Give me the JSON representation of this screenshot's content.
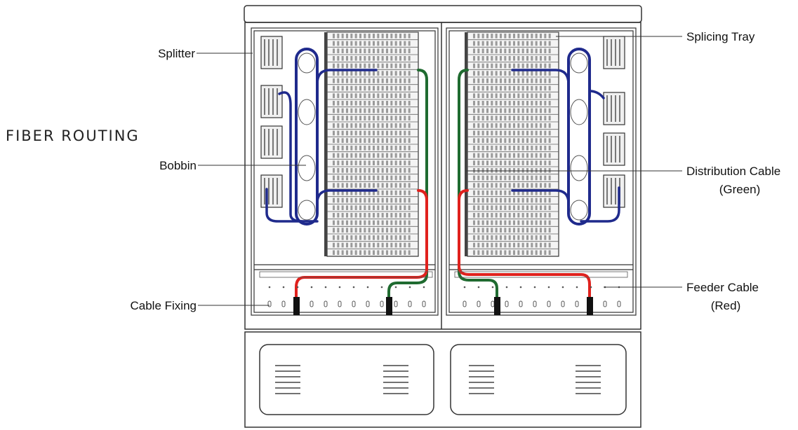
{
  "heading": "FIBER ROUTING",
  "labels": {
    "splitter": "Splitter",
    "bobbin": "Bobbin",
    "cable_fixing": "Cable Fixing",
    "splicing_tray": "Splicing Tray",
    "distribution_cable_line1": "Distribution Cable",
    "distribution_cable_line2": "(Green)",
    "feeder_cable_line1": "Feeder Cable",
    "feeder_cable_line2": "(Red)"
  },
  "colors": {
    "splitter_fiber": "#1f2a8c",
    "distribution_cable": "#1f6b30",
    "feeder_cable": "#e0211d",
    "outline": "#333333"
  }
}
